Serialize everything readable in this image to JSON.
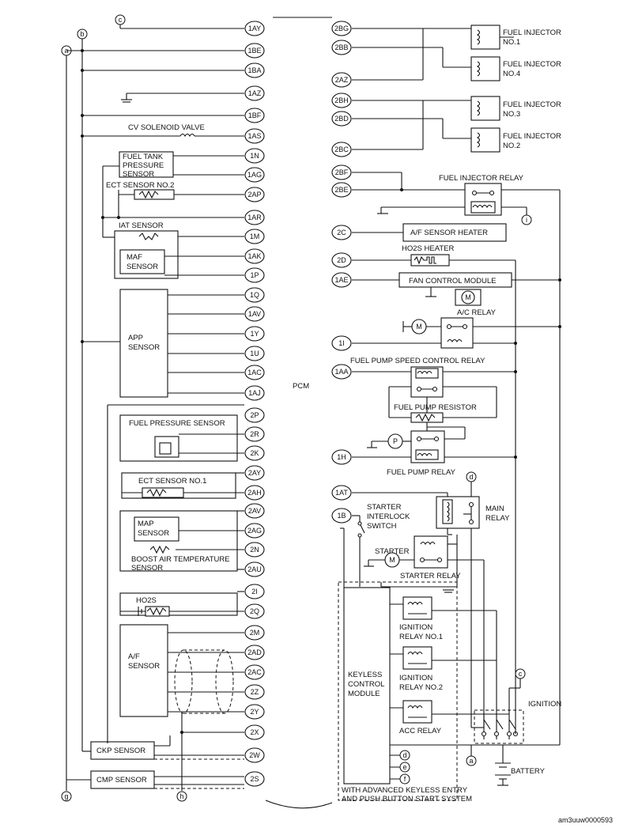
{
  "pcm_label": "PCM",
  "footer_code": "am3uuw0000593",
  "left_pins": [
    "1AY",
    "1BE",
    "1BA",
    "1AZ",
    "1BF",
    "1AS",
    "1N",
    "1AG",
    "2AP",
    "1AR",
    "1M",
    "1AK",
    "1P",
    "1Q",
    "1AV",
    "1Y",
    "1U",
    "1AC",
    "1AJ",
    "2P",
    "2R",
    "2K",
    "2AY",
    "2AH",
    "2AV",
    "2AG",
    "2N",
    "2AU",
    "2I",
    "2Q",
    "2M",
    "2AD",
    "2AC",
    "2Z",
    "2Y",
    "2X",
    "2W",
    "2S"
  ],
  "right_pins": [
    "2BG",
    "2BB",
    "2AZ",
    "2BH",
    "2BD",
    "2BC",
    "2BF",
    "2BE",
    "2C",
    "2D",
    "1AE",
    "1I",
    "1AA",
    "1H",
    "1AT",
    "1B"
  ],
  "refs": {
    "a": "a",
    "b": "b",
    "c": "c",
    "d": "d",
    "e": "e",
    "f": "f",
    "g": "g",
    "h": "h",
    "i": "i"
  },
  "labels": {
    "cv_solenoid": "CV SOLENOID VALVE",
    "fuel_tank_1": "FUEL TANK",
    "fuel_tank_2": "PRESSURE",
    "fuel_tank_3": "SENSOR",
    "ect2": "ECT SENSOR NO.2",
    "iat": "IAT SENSOR",
    "maf_1": "MAF",
    "maf_2": "SENSOR",
    "app_1": "APP",
    "app_2": "SENSOR",
    "fuel_pressure": "FUEL PRESSURE SENSOR",
    "ect1": "ECT SENSOR NO.1",
    "map_1": "MAP",
    "map_2": "SENSOR",
    "boost_1": "BOOST AIR TEMPERATURE",
    "boost_2": "SENSOR",
    "ho2s": "HO2S",
    "af_1": "A/F",
    "af_2": "SENSOR",
    "ckp": "CKP SENSOR",
    "cmp": "CMP SENSOR",
    "inj1_1": "FUEL INJECTOR",
    "inj1_2": "NO.1",
    "inj4_1": "FUEL INJECTOR",
    "inj4_2": "NO.4",
    "inj3_1": "FUEL INJECTOR",
    "inj3_2": "NO.3",
    "inj2_1": "FUEL INJECTOR",
    "inj2_2": "NO.2",
    "inj_relay": "FUEL INJECTOR RELAY",
    "af_heater": "A/F SENSOR HEATER",
    "ho2s_heater": "HO2S HEATER",
    "fan_module": "FAN CONTROL MODULE",
    "ac_relay": "A/C RELAY",
    "fp_speed_relay": "FUEL PUMP SPEED CONTROL RELAY",
    "fp_resistor": "FUEL PUMP RESISTOR",
    "fp_relay": "FUEL PUMP RELAY",
    "main_relay_1": "MAIN",
    "main_relay_2": "RELAY",
    "starter_il_1": "STARTER",
    "starter_il_2": "INTERLOCK",
    "starter_il_3": "SWITCH",
    "starter": "STARTER",
    "starter_relay": "STARTER RELAY",
    "ign_relay1_1": "IGNITION",
    "ign_relay1_2": "RELAY NO.1",
    "ign_relay2_1": "IGNITION",
    "ign_relay2_2": "RELAY NO.2",
    "acc_relay": "ACC RELAY",
    "keyless_1": "KEYLESS",
    "keyless_2": "CONTROL",
    "keyless_3": "MODULE",
    "ignition": "IGNITION",
    "battery": "BATTERY",
    "keyless_note_1": "WITH ADVANCED KEYLESS ENTRY",
    "keyless_note_2": "AND PUSH BUTTON START SYSTEM",
    "motor_m": "M",
    "pump_p": "P"
  }
}
